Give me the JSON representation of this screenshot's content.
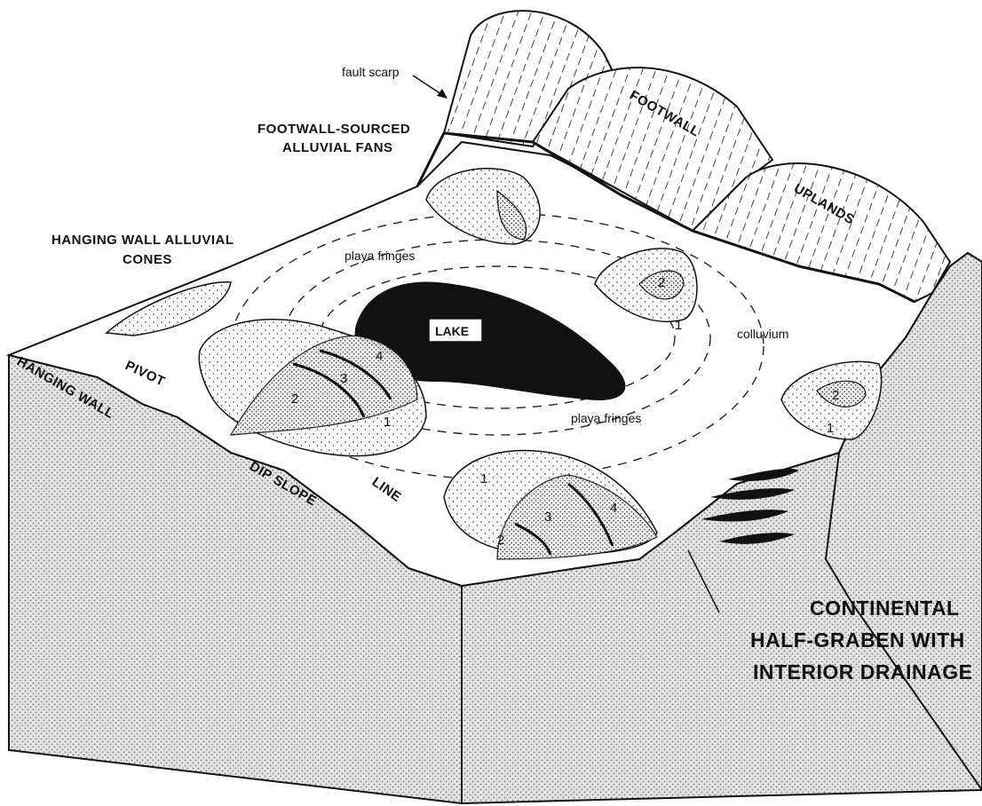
{
  "diagram": {
    "labels": {
      "fault_scarp": "fault scarp",
      "footwall_fans_line1": "FOOTWALL-SOURCED",
      "footwall_fans_line2": "ALLUVIAL FANS",
      "hanging_cones_line1": "HANGING WALL ALLUVIAL",
      "hanging_cones_line2": "CONES",
      "footwall": "FOOTWALL",
      "uplands": "UPLANDS",
      "playa_fringes_top": "playa fringes",
      "playa_fringes_bottom": "playa fringes",
      "lake": "LAKE",
      "colluvium": "colluvium",
      "pivot": "PIVOT",
      "hanging_wall": "HANGING WALL",
      "dip_slope": "DIP SLOPE",
      "line": "LINE",
      "title_line1": "CONTINENTAL",
      "title_line2": "HALF-GRABEN WITH",
      "title_line3": "INTERIOR DRAINAGE"
    },
    "fan_numbers": {
      "left_fan": [
        "1",
        "2",
        "3",
        "4"
      ],
      "front_fan": [
        "1",
        "2",
        "3",
        "4"
      ],
      "footwall_fan_mid": [
        "1",
        "2"
      ],
      "footwall_fan_right": [
        "1",
        "2"
      ]
    }
  }
}
